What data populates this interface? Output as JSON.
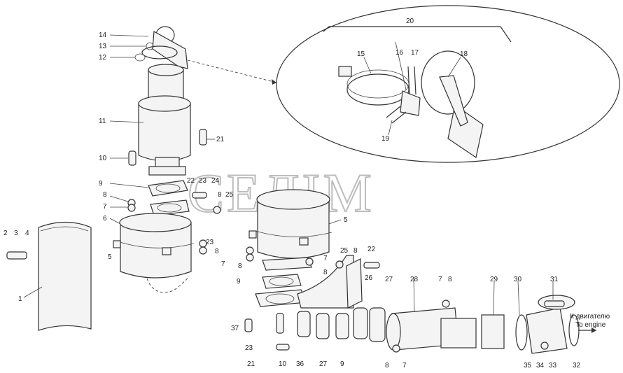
{
  "watermark": "СЕЛІМ",
  "direction_label_ru": "К двигателю",
  "direction_label_en": "To engine",
  "callouts": {
    "c1": "1",
    "c2": "2",
    "c3": "3",
    "c4": "4",
    "c5a": "5",
    "c5b": "5",
    "c6": "6",
    "c7a": "7",
    "c7b": "7",
    "c7c": "7",
    "c7d": "7",
    "c8a": "8",
    "c8b": "8",
    "c8c": "8",
    "c8d": "8",
    "c8e": "8",
    "c8f": "8",
    "c8g": "8",
    "c8h": "8",
    "c9a": "9",
    "c9b": "9",
    "c9c": "9",
    "c10a": "10",
    "c10b": "10",
    "c11": "11",
    "c12": "12",
    "c13": "13",
    "c14": "14",
    "c15": "15",
    "c16": "16",
    "c17": "17",
    "c18": "18",
    "c19": "19",
    "c20": "20",
    "c21a": "21",
    "c21b": "21",
    "c22a": "22",
    "c22b": "22",
    "c23a": "23",
    "c23b": "23",
    "c23c": "23",
    "c24": "24",
    "c25a": "25",
    "c25b": "25",
    "c26": "26",
    "c27a": "27",
    "c27b": "27",
    "c28": "28",
    "c29": "29",
    "c30": "30",
    "c31": "31",
    "c32": "32",
    "c33": "33",
    "c34": "34",
    "c35": "35",
    "c36": "36",
    "c37": "37"
  }
}
